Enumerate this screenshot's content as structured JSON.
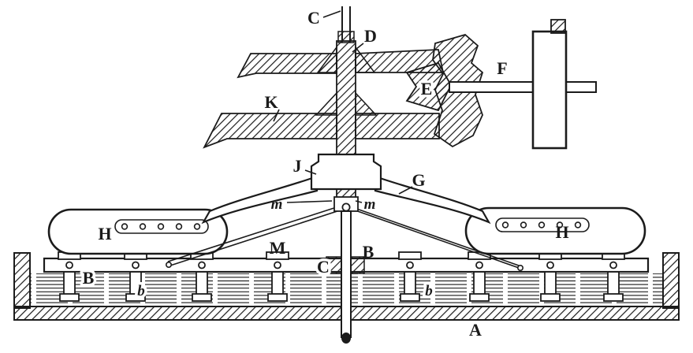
{
  "colors": {
    "ink": "#1b1b1b",
    "paper": "#ffffff"
  },
  "labels": {
    "shaft_top": "C",
    "upper_gear": "D",
    "drive_shaft": "F",
    "bevel_pinion": "E",
    "lower_gear": "K",
    "hub_collar": "J",
    "arm": "G",
    "pivot_left": "m",
    "pivot_right": "m",
    "float_left": "H",
    "float_right": "H",
    "rail_center": "M",
    "shaft_lower": "C",
    "bar_right": "B",
    "bar_left": "B",
    "bracket_left": "b",
    "bracket_right": "b",
    "trough": "A"
  }
}
